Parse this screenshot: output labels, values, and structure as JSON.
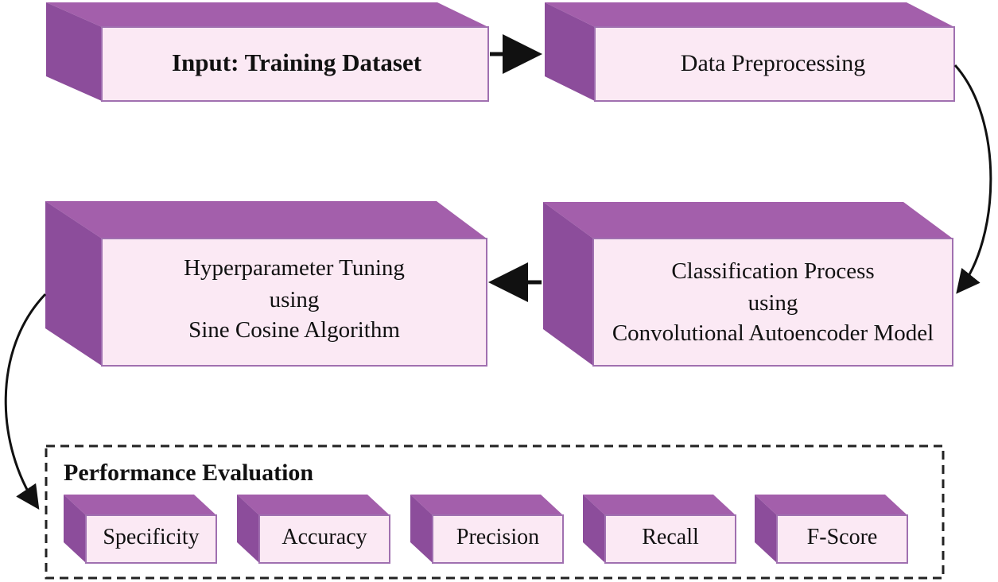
{
  "colors": {
    "face": "#fbe9f4",
    "border": "#a070b0",
    "top": "#a35fab",
    "side": "#8c4d9b",
    "arrow": "#111111"
  },
  "steps": {
    "input": "Input: Training Dataset",
    "preprocessing": "Data Preprocessing",
    "classification": [
      "Classification Process",
      "using",
      "Convolutional Autoencoder Model"
    ],
    "tuning": [
      "Hyperparameter Tuning",
      "using",
      "Sine Cosine Algorithm"
    ]
  },
  "evaluation": {
    "title": "Performance Evaluation",
    "metrics": [
      "Specificity",
      "Accuracy",
      "Precision",
      "Recall",
      "F-Score"
    ]
  }
}
